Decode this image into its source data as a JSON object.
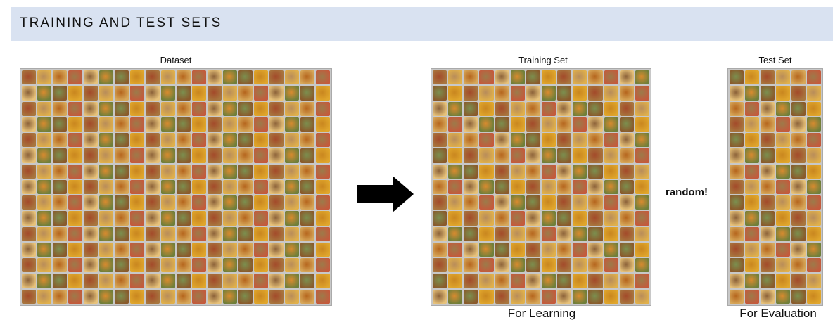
{
  "header": {
    "title": "TRAINING AND TEST SETS"
  },
  "dataset": {
    "title": "Dataset",
    "grid": {
      "rows": 15,
      "cols": 20
    }
  },
  "training_set": {
    "title": "Training Set",
    "caption": "For Learning",
    "grid": {
      "rows": 15,
      "cols": 14
    }
  },
  "test_set": {
    "title": "Test Set",
    "caption": "For Evaluation",
    "grid": {
      "rows": 15,
      "cols": 6
    }
  },
  "split_label": "random!",
  "colors": {
    "header_background": "#d9e2f1",
    "arrow": "#000000",
    "tile_palette": [
      "#c9861f",
      "#e0a62c",
      "#b5651d",
      "#8a5a2b",
      "#d98b2f",
      "#6f7f3a",
      "#a34a2a",
      "#e7c27a",
      "#9c7b4a",
      "#c45a3c",
      "#7b8f4f",
      "#d7a85a",
      "#b88c5a",
      "#e0b04b",
      "#8c6239",
      "#a8763e"
    ]
  }
}
